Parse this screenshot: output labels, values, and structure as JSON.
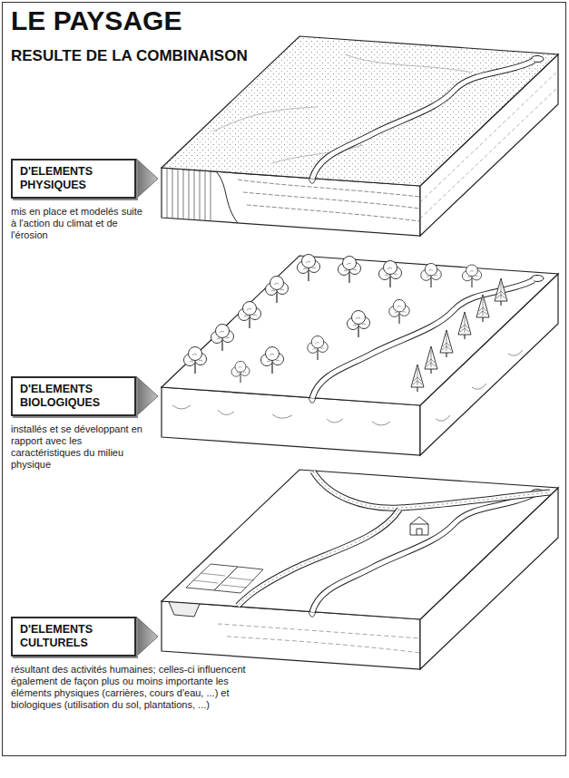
{
  "diagram": {
    "title": "LE PAYSAGE",
    "nodes": [
      {
        "text": [
          "D'ELEMENTS PHYSIQUES",
          "mis en place et modelés suite à l'action du climat et de l'érosion"
        ]
      },
      {
        "text": [
          "D'ELEMENTS BIOLOGIQUES",
          "installés et se développant en rapport avec les caractéristiques du milieu physique"
        ]
      },
      {
        "text": [
          "D'ELEMENTS CULTURELS",
          "résultant des activités humaines; celles-ci influencent également de façon plus ou moins importante les éléments physiques (carrières, cours d'eau, ...) et biologiques (utilisation du sol, plantations, ...)"
        ]
      }
    ],
    "labels": [
      "RESULTE DE LA COMBINAISON"
    ]
  }
}
